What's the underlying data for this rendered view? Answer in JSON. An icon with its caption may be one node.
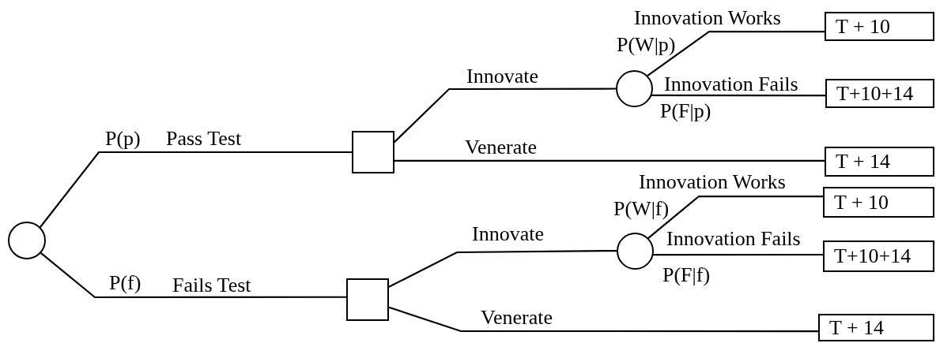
{
  "diagram": {
    "nodes": [
      {
        "text": [],
        "shape": "circle"
      },
      {
        "text": [],
        "shape": "box"
      },
      {
        "text": [],
        "shape": "box"
      },
      {
        "text": [],
        "shape": "circle"
      },
      {
        "text": [],
        "shape": "circle"
      },
      {
        "text": [
          "T + 10"
        ]
      },
      {
        "text": [
          "T+10+14"
        ]
      },
      {
        "text": [
          "T + 14"
        ]
      },
      {
        "text": [
          "T + 10"
        ]
      },
      {
        "text": [
          "T+10+14"
        ]
      },
      {
        "text": [
          "T + 14"
        ]
      }
    ],
    "edges": [
      {
        "from": 0,
        "to": 1,
        "arrow": "none",
        "label": "Pass Test"
      },
      {
        "from": 0,
        "to": 2,
        "arrow": "none",
        "label": "Fails Test"
      },
      {
        "from": 1,
        "to": 3,
        "arrow": "none",
        "label": "Innovate"
      },
      {
        "from": 1,
        "to": 7,
        "arrow": "none",
        "label": "Venerate"
      },
      {
        "from": 3,
        "to": 5,
        "arrow": "none",
        "label": "Innovation Works"
      },
      {
        "from": 3,
        "to": 6,
        "arrow": "none",
        "label": "Innovation Fails"
      },
      {
        "from": 2,
        "to": 4,
        "arrow": "none",
        "label": "Innovate"
      },
      {
        "from": 2,
        "to": 10,
        "arrow": "none",
        "label": "Venerate"
      },
      {
        "from": 4,
        "to": 8,
        "arrow": "none",
        "label": "Innovation Works"
      },
      {
        "from": 4,
        "to": 9,
        "arrow": "none",
        "label": "Innovation Fails"
      }
    ],
    "labels": [
      "P(p)",
      "P(f)",
      "P(W|p)",
      "P(F|p)",
      "P(W|f)",
      "P(F|f)"
    ]
  }
}
